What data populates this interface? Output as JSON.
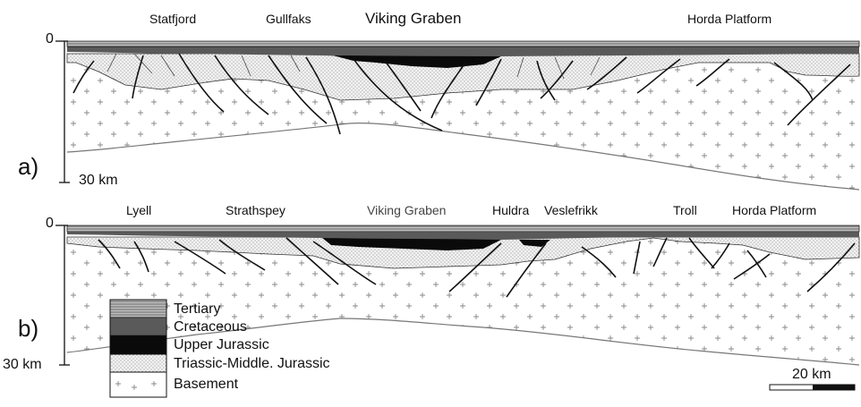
{
  "panel_a": {
    "tag": "a)",
    "depth_top": "0",
    "depth_bottom": "30 km",
    "labels": [
      "Statfjord",
      "Gullfaks",
      "Viking Graben",
      "Horda Platform"
    ]
  },
  "panel_b": {
    "tag": "b)",
    "depth_top": "0",
    "depth_bottom": "30 km",
    "labels": [
      "Lyell",
      "Strathspey",
      "Viking Graben",
      "Huldra",
      "Veslefrikk",
      "Troll",
      "Horda Platform"
    ]
  },
  "legend": {
    "items": [
      {
        "label": "Tertiary",
        "pattern": "tertiary"
      },
      {
        "label": "Cretaceous",
        "pattern": "cretaceous"
      },
      {
        "label": "Upper Jurassic",
        "pattern": "upper-jurassic"
      },
      {
        "label": "Triassic-Middle. Jurassic",
        "pattern": "triassic"
      },
      {
        "label": "Basement",
        "pattern": "basement"
      }
    ]
  },
  "scale_bar": {
    "label": "20 km"
  },
  "colors": {
    "ink": "#111111",
    "tertiary": "#9a9a9a",
    "cretaceous": "#5a5a5a",
    "upper_jurassic": "#0a0a0a",
    "basement_line": "#777777"
  }
}
